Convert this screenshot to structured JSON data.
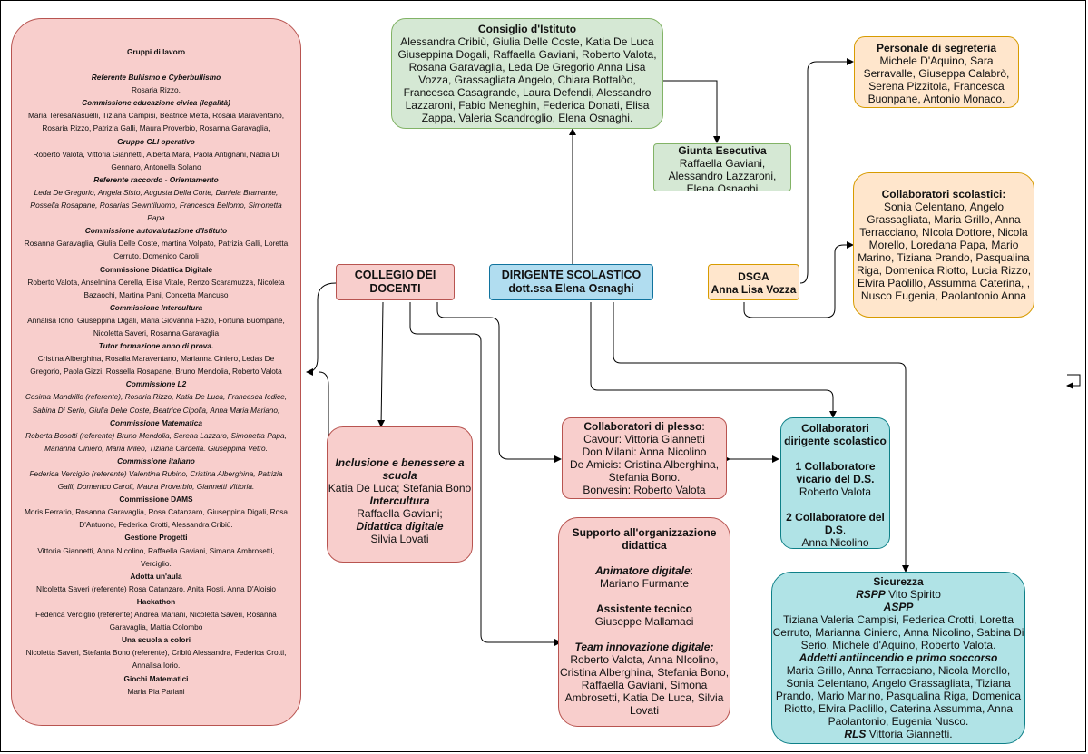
{
  "gruppi_lavoro": {
    "title": "Gruppi di lavoro",
    "sections": [
      {
        "heading": "Referente Bullismo e Cyberbullismo",
        "style": "bi",
        "lines": [
          "Rosaria Rizzo."
        ],
        "lines_style": ""
      },
      {
        "heading": "Commissione educazione civica (legalità)",
        "style": "bi",
        "lines": [
          "Maria TeresaNasuelli, Tiziana Campisi, Beatrice Metta,  Rosaia Maraventano,",
          "Rosaria Rizzo, Patrizia Galli, Maura Proverbio, Rosanna Garavaglia,"
        ],
        "lines_style": ""
      },
      {
        "heading": "Gruppo GLI operativo",
        "style": "bi",
        "lines": [
          "Roberto Valota, Vittoria Giannetti, Alberta Marà,  Paola Antignani, Nadia Di",
          "Gennaro, Antonella Solano"
        ],
        "lines_style": ""
      },
      {
        "heading": "Referente raccordo - Orientamento",
        "style": "bi",
        "lines": [
          "Leda De Gregorio, Angela Sisto, Augusta Della Corte, Daniela Bramante,",
          "Rossella Rosapane, Rosarias Gewntiluomo, Francesca Bellomo, Simonetta",
          "Papa"
        ],
        "lines_style": "i"
      },
      {
        "heading": "Commissione autovalutazione d'Istituto",
        "style": "bi",
        "lines": [
          "Rosanna Garavaglia, Giulia Delle Coste, martina Volpato, Patrizia Galli, Loretta",
          "Cerruto, Domenico Caroli"
        ],
        "lines_style": ""
      },
      {
        "heading": "Commissione Didattica Digitale",
        "style": "b",
        "lines": [
          "Roberto Valota, Anselmina Cerella, Elisa Vitale, Renzo Scaramuzza, Nicoleta",
          "Bazaochi, Martina Pani, Concetta Mancuso"
        ],
        "lines_style": ""
      },
      {
        "heading": "Commissione Intercultura",
        "style": "bi",
        "lines": [
          "Annalisa Iorio, Giuseppina Digali, Maria Giovanna Fazio, Fortuna Buompane,",
          "Nicoletta Saveri, Rosanna Garavaglia"
        ],
        "lines_style": ""
      },
      {
        "heading": "Tutor formazione anno di prova.",
        "style": "bi",
        "lines": [
          "Cristina Alberghina, Rosalia Maraventano, Marianna Ciniero, Ledas De",
          "Gregorio, Paola Gizzi, Rossella Rosapane, Bruno Mendolia, Roberto Valota"
        ],
        "lines_style": ""
      },
      {
        "heading": "Commissione L2",
        "style": "bi",
        "lines": [
          "Cosima Mandrillo (referente), Rosaria Rizzo, Katia De Luca, Francesca Iodice,",
          "Sabina Di Serio, Giulia Delle Coste, Beatrice Cipolla, Anna Maria Mariano,"
        ],
        "lines_style": "i"
      },
      {
        "heading": "Commissione Matematica",
        "style": "bi",
        "lines": [
          "Roberta Bosotti (referente) Bruno Mendolia, Serena Lazzaro, Simonetta Papa,",
          "Marianna Ciniero, Maria Mileo, Tiziana Cardella. Giuseppina Vetro."
        ],
        "lines_style": "i"
      },
      {
        "heading": "Commissione italiano",
        "style": "bi",
        "lines": [
          "Federica Verciglio (referente) Valentina Rubino, Cristina Alberghina, Patrizia",
          "Galli, Domenico Caroli, Maura Proverbio, Giannetti Vittoria."
        ],
        "lines_style": "i"
      },
      {
        "heading": "Commissione DAMS",
        "style": "b",
        "lines": [
          "Moris Ferrario, Rosanna Garavaglia, Rosa Catanzaro, Giuseppina Digali, Rosa",
          "D'Antuono, Federica Crotti, Alessandra Cribiù."
        ],
        "lines_style": ""
      },
      {
        "heading": "Gestione Progetti",
        "style": "b",
        "lines": [
          "Vittoria Giannetti, Anna NIcolino, Raffaella Gaviani, Simana Ambrosetti,",
          "Verciglio."
        ],
        "lines_style": ""
      },
      {
        "heading": "Adotta un'aula",
        "style": "b",
        "lines": [
          "NIcoletta Saveri (referente) Rosa Catanzaro, Anita Rosti, Anna D'Aloisio"
        ],
        "lines_style": ""
      },
      {
        "heading": "Hackathon",
        "style": "b",
        "lines": [
          "Federica Verciglio (referente) Andrea Mariani, Nicoletta Saveri, Rosanna",
          "Garavaglia, Mattia Colombo"
        ],
        "lines_style": ""
      },
      {
        "heading": "Una scuola a colori",
        "style": "b",
        "lines": [
          "Nicoletta Saveri, Stefania Bono (referente), Cribiù Alessandra, Federica Crotti,",
          "Annalisa Iorio."
        ],
        "lines_style": ""
      },
      {
        "heading": "Giochi Matematici",
        "style": "b",
        "lines": [
          "Maria Pia Pariani"
        ],
        "lines_style": ""
      }
    ]
  },
  "consiglio": {
    "title": "Consiglio d'Istituto",
    "lines": [
      "Alessandra Cribiù, Giulia Delle Coste, Katia De Luca",
      "Giuseppina Dogali, Raffaella Gaviani, Roberto Valota,",
      "Rosana Garavaglia, Leda De Gregorio Anna Lisa",
      "Vozza, Grassagliata Angelo, Chiara Bottalòo,",
      "Francesca Casagrande, Laura Defendi, Alessandro",
      "Lazzaroni, Fabio Meneghin, Federica Donati, Elisa",
      "Zappa, Valeria Scandroglio, Elena Osnaghi."
    ]
  },
  "giunta": {
    "title": "Giunta Esecutiva",
    "lines": [
      "Raffaella Gaviani,",
      "Alessandro Lazzaroni,",
      "Elena Osnaghi"
    ]
  },
  "segreteria": {
    "title": "Personale di segreteria",
    "lines": [
      "Michele D'Aquino, Sara",
      "Serravalle, Giuseppa Calabrò,",
      "Serena Pizzitola, Francesca",
      "Buonpane, Antonio Monaco."
    ]
  },
  "collaboratori_scolastici": {
    "title": "Collaboratori scolastici:",
    "lines": [
      "Sonia Celentano, Angelo",
      "Grassagliata, Maria Grillo, Anna",
      "Terracciano, NIcola Dottore, Nicola",
      "Morello, Loredana Papa, Mario",
      "Marino, Tiziana Prando, Pasqualina",
      "Riga, Domenica Riotto, Lucia Rizzo,",
      "Elvira Paolillo, Assumma Caterina, ,",
      "Nusco Eugenia, Paolantonio Anna"
    ]
  },
  "collegio": {
    "line1": "COLLEGIO DEI",
    "line2": "DOCENTI"
  },
  "dirigente": {
    "line1": "DIRIGENTE SCOLASTICO",
    "line2": "dott.ssa Elena Osnaghi"
  },
  "dsga": {
    "line1": "DSGA",
    "line2": "Anna Lisa Vozza"
  },
  "inclusione": {
    "h1a": "Inclusione e benessere a",
    "h1b": "scuola",
    "l1": "Katia De Luca; Stefania Bono",
    "h2": "Intercultura",
    "l2": "Raffaella Gaviani;",
    "h3": "Didattica digitale",
    "l3": "Silvia Lovati"
  },
  "plesso": {
    "title": "Collaboratori di plesso",
    "title_suffix": ":",
    "lines": [
      "Cavour: Vittoria Giannetti",
      "Don Milani: Anna Nicolino",
      "De Amicis: Cristina Alberghina,",
      "Stefania Bono.",
      "Bonvesin:  Roberto Valota"
    ]
  },
  "collab_dirigente": {
    "title1": "Collaboratori",
    "title2": "dirigente scolastico",
    "c1a": "1 Collaboratore",
    "c1b": "vicario del D.S.",
    "c1n": "Roberto Valota",
    "c2a": "2 Collaboratore del",
    "c2b": "D.S",
    "c2b_suffix": ".",
    "c2n": "Anna Nicolino"
  },
  "supporto": {
    "title1": "Supporto all'organizzazione",
    "title2": "didattica",
    "h1": "Animatore digitale",
    "h1_suffix": ":",
    "l1": "Mariano Furmante",
    "h2": "Assistente tecnico",
    "l2": "Giuseppe Mallamaci",
    "h3": "Team innovazione digitale:",
    "l3": [
      "Roberto Valota, Anna NIcolino,",
      "Cristina Alberghina, Stefania Bono,",
      "Raffaella Gaviani, Simona",
      "Ambrosetti, Katia De Luca, Silvia",
      "Lovati"
    ]
  },
  "sicurezza": {
    "title": "Sicurezza",
    "rspp_label": "RSPP",
    "rspp_name": " Vito Spirito",
    "aspp_label": "ASPP",
    "aspp_lines": [
      "Tiziana Valeria Campisi, Federica Crotti, Loretta",
      "Cerruto, Marianna Ciniero, Anna Nicolino, Sabina Di",
      "Serio, Michele d'Aquino, Roberto Valota."
    ],
    "addetti_label": "Addetti antiincendio e primo soccorso",
    "addetti_lines": [
      "Maria Grillo, Anna Terracciano, Nicola Morello,",
      "Sonia Celentano, Angelo Grassagliata, Tiziana",
      "Prando, Mario Marino, Pasqualina Riga, Domenica",
      "Riotto, Elvira Paolillo, Caterina Assumma, Anna",
      "Paolantonio, Eugenia Nusco."
    ],
    "rls_label": "RLS",
    "rls_name": " Vittoria Giannetti."
  },
  "colors": {
    "pink_fill": "#f8cecc",
    "pink_stroke": "#b85450",
    "green_fill": "#d5e8d4",
    "green_stroke": "#82b366",
    "orange_fill": "#ffe6cc",
    "orange_stroke": "#d79b00",
    "teal_fill": "#b1ddf0",
    "teal_stroke": "#10739e",
    "cyan_fill": "#b0e3e6",
    "cyan_stroke": "#0e8088"
  }
}
